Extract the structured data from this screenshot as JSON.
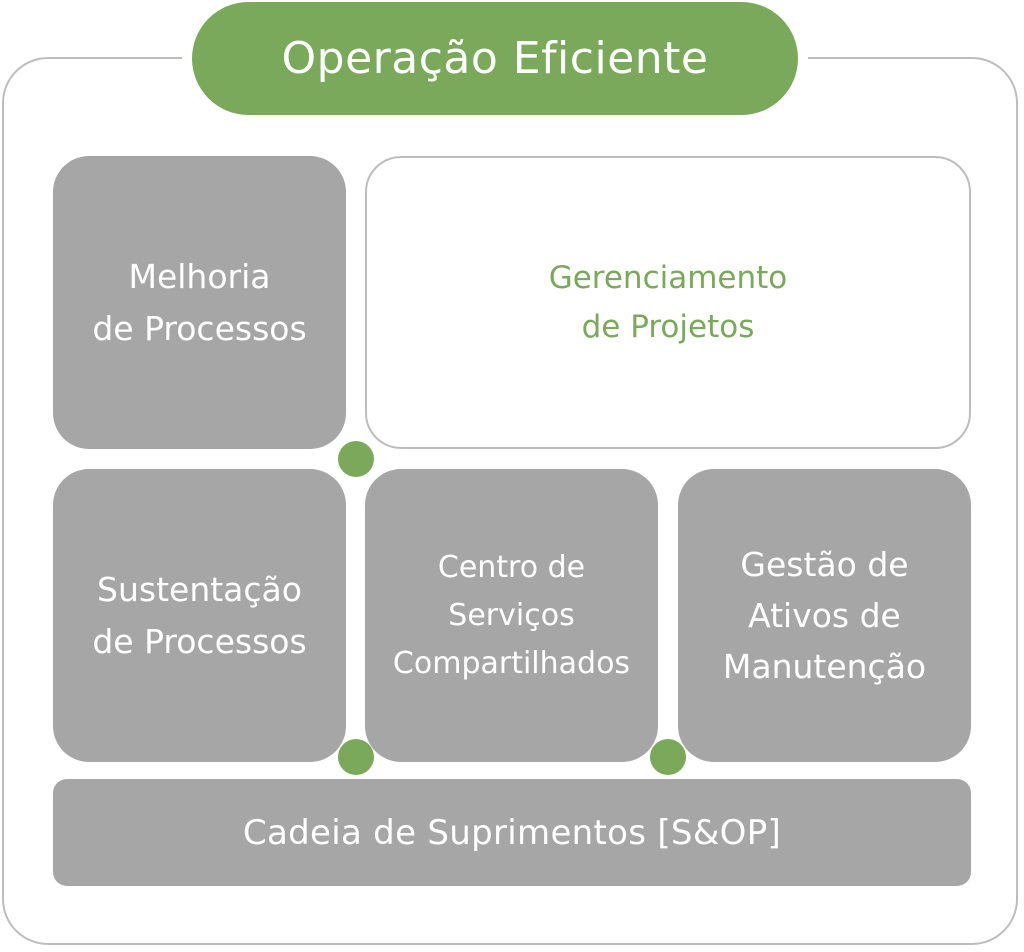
{
  "colors": {
    "accent": "#7aa95c",
    "box_gray": "#a6a6a6",
    "outline": "#bdbdbd"
  },
  "title": "Operação Eficiente",
  "blocks": {
    "melhoria": "Melhoria\nde Processos",
    "gerenciamento": "Gerenciamento\nde Projetos",
    "sustentacao": "Sustentação\nde Processos",
    "centro": "Centro de\nServiços\nCompartilhados",
    "gestao": "Gestão de\nAtivos de\nManutenção",
    "cadeia": "Cadeia de Suprimentos [S&OP]"
  }
}
